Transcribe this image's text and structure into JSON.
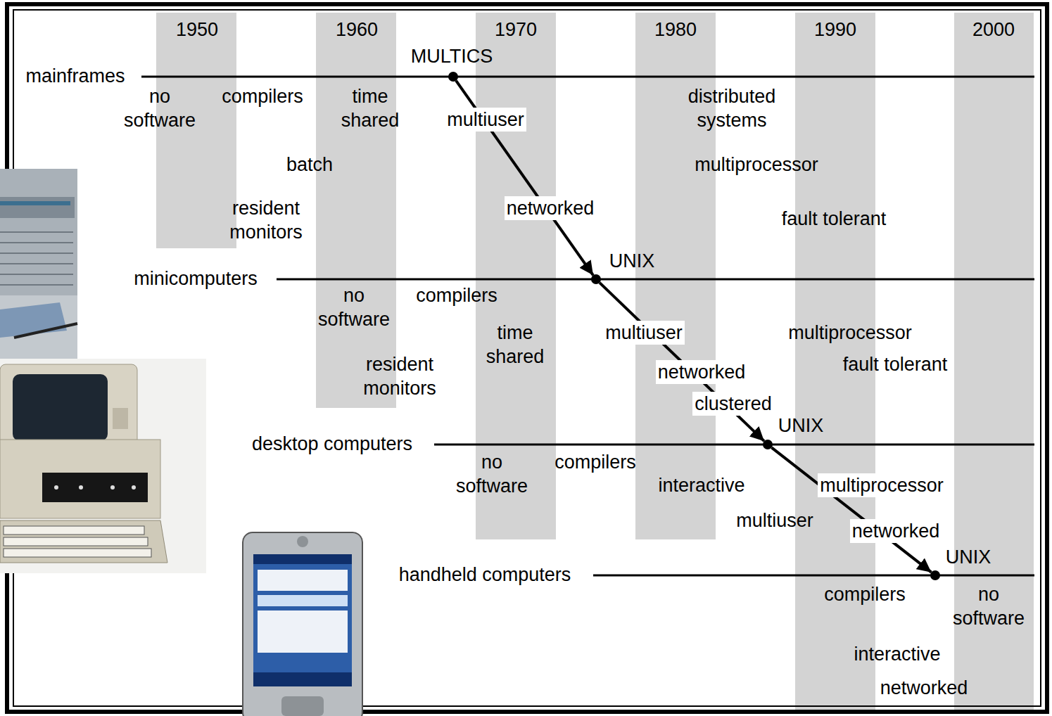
{
  "diagram": {
    "nodes": [
      {
        "text": [
          "MULTICS"
        ]
      },
      {
        "text": [
          "UNIX"
        ]
      },
      {
        "text": [
          "UNIX"
        ]
      },
      {
        "text": [
          "UNIX"
        ]
      }
    ],
    "edges": [
      {
        "from": 0,
        "to": 1,
        "arrow": "to"
      },
      {
        "from": 1,
        "to": 2,
        "arrow": "to"
      },
      {
        "from": 2,
        "to": 3,
        "arrow": "to"
      }
    ],
    "labels": [
      "1950",
      "1960",
      "1970",
      "1980",
      "1990",
      "2000",
      "mainframes",
      "no software",
      "compilers",
      "time shared",
      "batch",
      "resident monitors",
      "multiuser",
      "networked",
      "distributed systems",
      "multiprocessor",
      "fault tolerant",
      "minicomputers",
      "no software",
      "compilers",
      "resident monitors",
      "time shared",
      "multiuser",
      "networked",
      "clustered",
      "multiprocessor",
      "fault tolerant",
      "desktop computers",
      "no software",
      "compilers",
      "interactive",
      "multiuser",
      "multiprocessor",
      "networked",
      "handheld computers",
      "compilers",
      "no software",
      "interactive",
      "networked"
    ]
  }
}
